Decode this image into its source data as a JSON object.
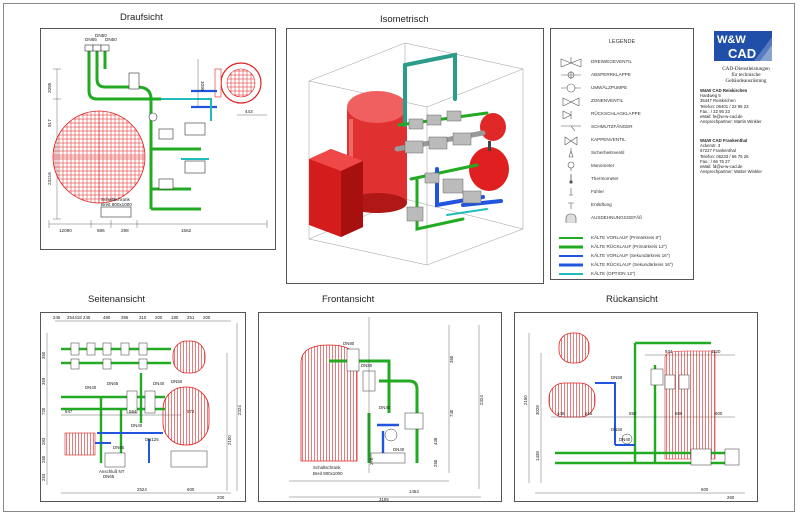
{
  "views": {
    "draufsicht": "Draufsicht",
    "isometrisch": "Isometrisch",
    "seitenansicht": "Seitenansicht",
    "frontansicht": "Frontansicht",
    "rueckansicht": "Rückansicht"
  },
  "legend": {
    "title": "LEGENDE",
    "items": [
      {
        "label": "DREIWEGEVENTIL",
        "icon": "three-way-valve-icon"
      },
      {
        "label": "ABSPERRKLAPPE",
        "icon": "butterfly-valve-icon"
      },
      {
        "label": "UMWÄLZPUMPE",
        "icon": "circulation-pump-icon"
      },
      {
        "label": "ZONENVENTIL",
        "icon": "zone-valve-icon"
      },
      {
        "label": "RÜCKSCHLAGKLAPPE",
        "icon": "check-valve-icon"
      },
      {
        "label": "SCHMUTZFÄNGER",
        "icon": "strainer-icon"
      },
      {
        "label": "KAPPENVENTIL",
        "icon": "cap-valve-icon"
      },
      {
        "label": "Sicherheitsventil",
        "icon": "safety-valve-icon"
      },
      {
        "label": "Manometer",
        "icon": "manometer-icon"
      },
      {
        "label": "Thermometer",
        "icon": "thermometer-icon"
      },
      {
        "label": "Fühler",
        "icon": "sensor-icon"
      },
      {
        "label": "Entlüftung",
        "icon": "vent-icon"
      },
      {
        "label": "AUSDEHNUNGSGEFÄß",
        "icon": "expansion-vessel-icon"
      }
    ],
    "lines": [
      {
        "label": "KÄLTE VORLAUF (Primärkreis 8\")",
        "color": "#22aa22"
      },
      {
        "label": "KÄLTE RÜCKLAUF (Primärkreis 12\")",
        "color": "#22aa22"
      },
      {
        "label": "KÄLTE VORLAUF (Sekundärkreis 16\")",
        "color": "#2255dd"
      },
      {
        "label": "KÄLTE RÜCKLAUF (Sekundärkreis 16\")",
        "color": "#2255dd"
      },
      {
        "label": "KÄLTE (OPTION 12\")",
        "color": "#22bbbb"
      }
    ]
  },
  "titleblock": {
    "logo_top": "W&W",
    "logo_bottom": "CAD",
    "tagline": [
      "CAD-Dienstleistungen",
      "für technische",
      "Gebäudeausrüstung"
    ],
    "office1": {
      "name": "W&W CAD Reiskirchen",
      "lines": [
        "Hardweg 5",
        "35447 Reiskirchen",
        "Telefon: 06401 / 22 95 23",
        "Fax.:              / 22 95 23",
        "eMail: fe@w-w-cad.de",
        "Ansprechpartner: Martin Winkler"
      ]
    },
    "office2": {
      "name": "W&W CAD Frankenthal",
      "lines": [
        "Ackerstr. 3",
        "67227 Frankenthal",
        "Telefon: 06233 / 66 76 26",
        "Fax.:              / 66 76 27",
        "eMail: fd@w-w-cad.de",
        "Ansprechpartner: Walter Winkler"
      ]
    }
  },
  "colors": {
    "green_pipe": "#22aa22",
    "blue_pipe": "#2255dd",
    "cyan_pipe": "#22bbbb",
    "tank_red": "#e02020",
    "logo_blue": "#1f4fa8"
  },
  "dimensions": {
    "draufsicht": {
      "top": [
        "DN65",
        "DN50",
        "DN50"
      ],
      "left": [
        "2095",
        "917",
        "23216"
      ],
      "bottom": [
        "12090",
        "686",
        "298",
        "1552"
      ],
      "side": [
        "1090",
        "443"
      ],
      "note": [
        "Schaltschrank",
        "Breit 800x1000"
      ]
    },
    "seitenansicht": {
      "top": [
        "245",
        "254418",
        "245",
        "480",
        "395",
        "310",
        "200",
        "180",
        "251",
        "200"
      ],
      "left": [
        "350",
        "359",
        "720",
        "283",
        "250",
        "253"
      ],
      "mid": [
        "647",
        "584",
        "572"
      ],
      "dn": [
        "DN40",
        "DN65",
        "DN40",
        "DN50",
        "DN40",
        "DN125",
        "DN65"
      ],
      "note": [
        "Anschluß NT",
        "DN65"
      ],
      "bottom": [
        "2524",
        "600",
        "200"
      ],
      "right": [
        "2324",
        "2100"
      ]
    },
    "frontansicht": {
      "dn": [
        "DN80",
        "DN80",
        "DN40",
        "DN40"
      ],
      "right": [
        "350",
        "740",
        "2324",
        "438",
        "250"
      ],
      "note": [
        "Schaltschrank",
        "Breit 800x1000"
      ],
      "bottom": [
        "1453",
        "3195"
      ],
      "left": [
        "270"
      ]
    },
    "rueckansicht": {
      "top": [
        "934",
        "1120"
      ],
      "left": [
        "2150",
        "3028",
        "1438"
      ],
      "mid": [
        "445",
        "515",
        "850",
        "686",
        "600"
      ],
      "dn": [
        "DN50",
        "DN40",
        "DN50"
      ],
      "bottom": [
        "600",
        "260"
      ]
    }
  }
}
